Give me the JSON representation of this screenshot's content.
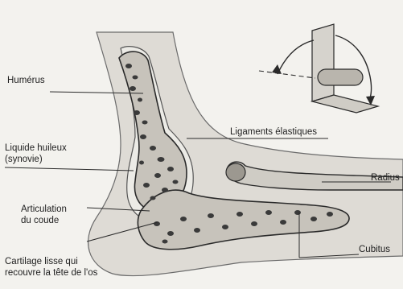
{
  "labels": {
    "humerus": "Humérus",
    "liquide_line1": "Liquide huileux",
    "liquide_line2": "(synovie)",
    "articulation_line1": "Articulation",
    "articulation_line2": "du coude",
    "cartilage_line1": "Cartilage lisse qui",
    "cartilage_line2": "recouvre la tête de l'os",
    "ligaments": "Ligaments élastiques",
    "radius": "Radius",
    "cubitus": "Cubitus"
  },
  "colors": {
    "background": "#f3f2ee",
    "skin": "#d9d6d0",
    "bone_outline": "#2a2a2a",
    "bone_fill": "#c9c5bd",
    "marrow": "#3a3a3a",
    "synovial": "#ebe9e4",
    "leader_line": "#2b2b2b"
  },
  "icons": {
    "hinge": "hinge-icon"
  }
}
